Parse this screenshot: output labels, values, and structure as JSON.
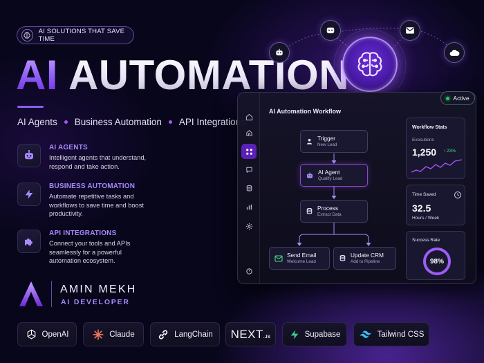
{
  "badge": {
    "text": "AI SOLUTIONS THAT SAVE TIME",
    "icon": "brain-icon"
  },
  "hero": {
    "title_ai": "AI",
    "title_rest": "AUTOMATION",
    "subtitle": [
      "AI Agents",
      "Business Automation",
      "API Integrations"
    ]
  },
  "features": [
    {
      "heading": "AI AGENTS",
      "desc": "Intelligent agents that understand, respond and take action.",
      "icon": "robot-icon"
    },
    {
      "heading": "BUSINESS AUTOMATION",
      "desc": "Automate repetitive tasks and workflows to save time and boost productivity.",
      "icon": "lightning-icon"
    },
    {
      "heading": "API INTEGRATIONS",
      "desc": "Connect your tools and APIs seamlessly for a powerful automation ecosystem.",
      "icon": "puzzle-icon"
    }
  ],
  "author": {
    "name": "AMIN MEKH",
    "role": "AI DEVELOPER"
  },
  "tech": [
    {
      "label": "OpenAI",
      "icon": "openai-icon"
    },
    {
      "label": "Claude",
      "icon": "claude-icon"
    },
    {
      "label": "LangChain",
      "icon": "link-icon"
    },
    {
      "label": "NEXT",
      "suffix": ".JS",
      "icon": "nextjs-logo"
    },
    {
      "label": "Supabase",
      "icon": "supabase-icon"
    },
    {
      "label": "Tailwind CSS",
      "icon": "tailwind-icon"
    }
  ],
  "dashboard": {
    "title": "AI Automation Workflow",
    "status": "Active",
    "nodes": {
      "trigger": {
        "title": "Trigger",
        "sub": "New Lead"
      },
      "agent": {
        "title": "AI Agent",
        "sub": "Qualify Lead"
      },
      "process": {
        "title": "Process",
        "sub": "Extract Data"
      },
      "email": {
        "title": "Send Email",
        "sub": "Welcome Lead"
      },
      "crm": {
        "title": "Update CRM",
        "sub": "Add to Pipeline"
      }
    },
    "stats": {
      "header": "Workflow Stats",
      "executions_label": "Executions",
      "executions_value": "1,250",
      "executions_change": "↑ 23%",
      "time_saved_label": "Time Saved",
      "time_saved_value": "32.5",
      "time_saved_unit": "Hours / Week",
      "success_label": "Success Rate",
      "success_value": "98%",
      "success_fraction": 0.98
    }
  },
  "colors": {
    "accent": "#8b5cf6",
    "accent_light": "#a78bfa",
    "background": "#07061a",
    "success": "#22c55e"
  }
}
